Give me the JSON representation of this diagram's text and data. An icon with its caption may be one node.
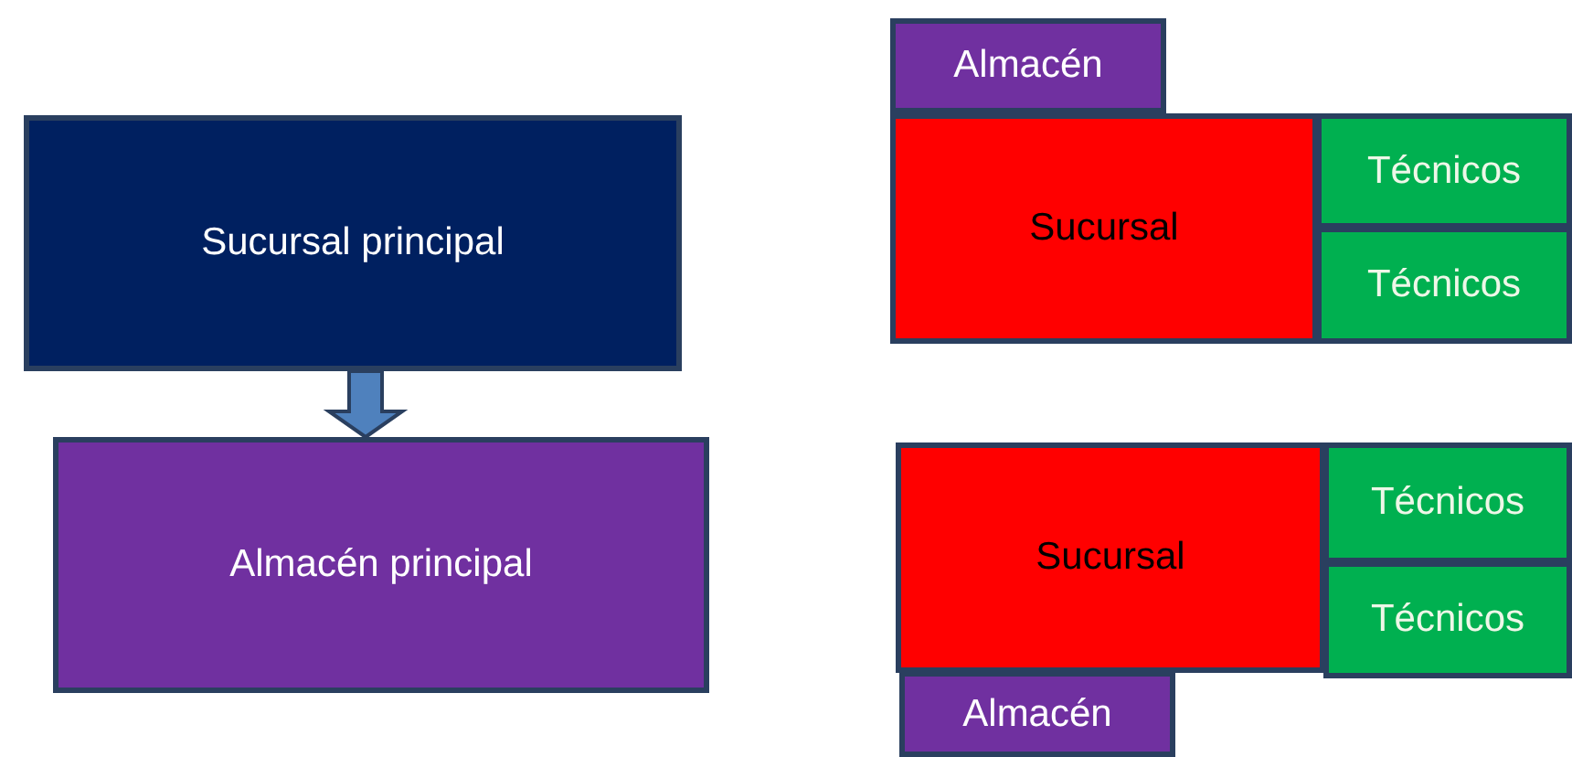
{
  "diagram": {
    "nodes": [
      {
        "text": [
          "Sucursal principal"
        ]
      },
      {
        "text": [
          "Almacén principal"
        ]
      },
      {
        "text": [
          "Almacén"
        ]
      },
      {
        "text": [
          "Sucursal"
        ]
      },
      {
        "text": [
          "Técnicos"
        ]
      },
      {
        "text": [
          "Técnicos"
        ]
      },
      {
        "text": [
          "Sucursal"
        ]
      },
      {
        "text": [
          "Técnicos"
        ]
      },
      {
        "text": [
          "Técnicos"
        ]
      },
      {
        "text": [
          "Almacén"
        ]
      }
    ],
    "edges": [
      {
        "from": 0,
        "to": 1,
        "arrow": "to"
      }
    ]
  }
}
